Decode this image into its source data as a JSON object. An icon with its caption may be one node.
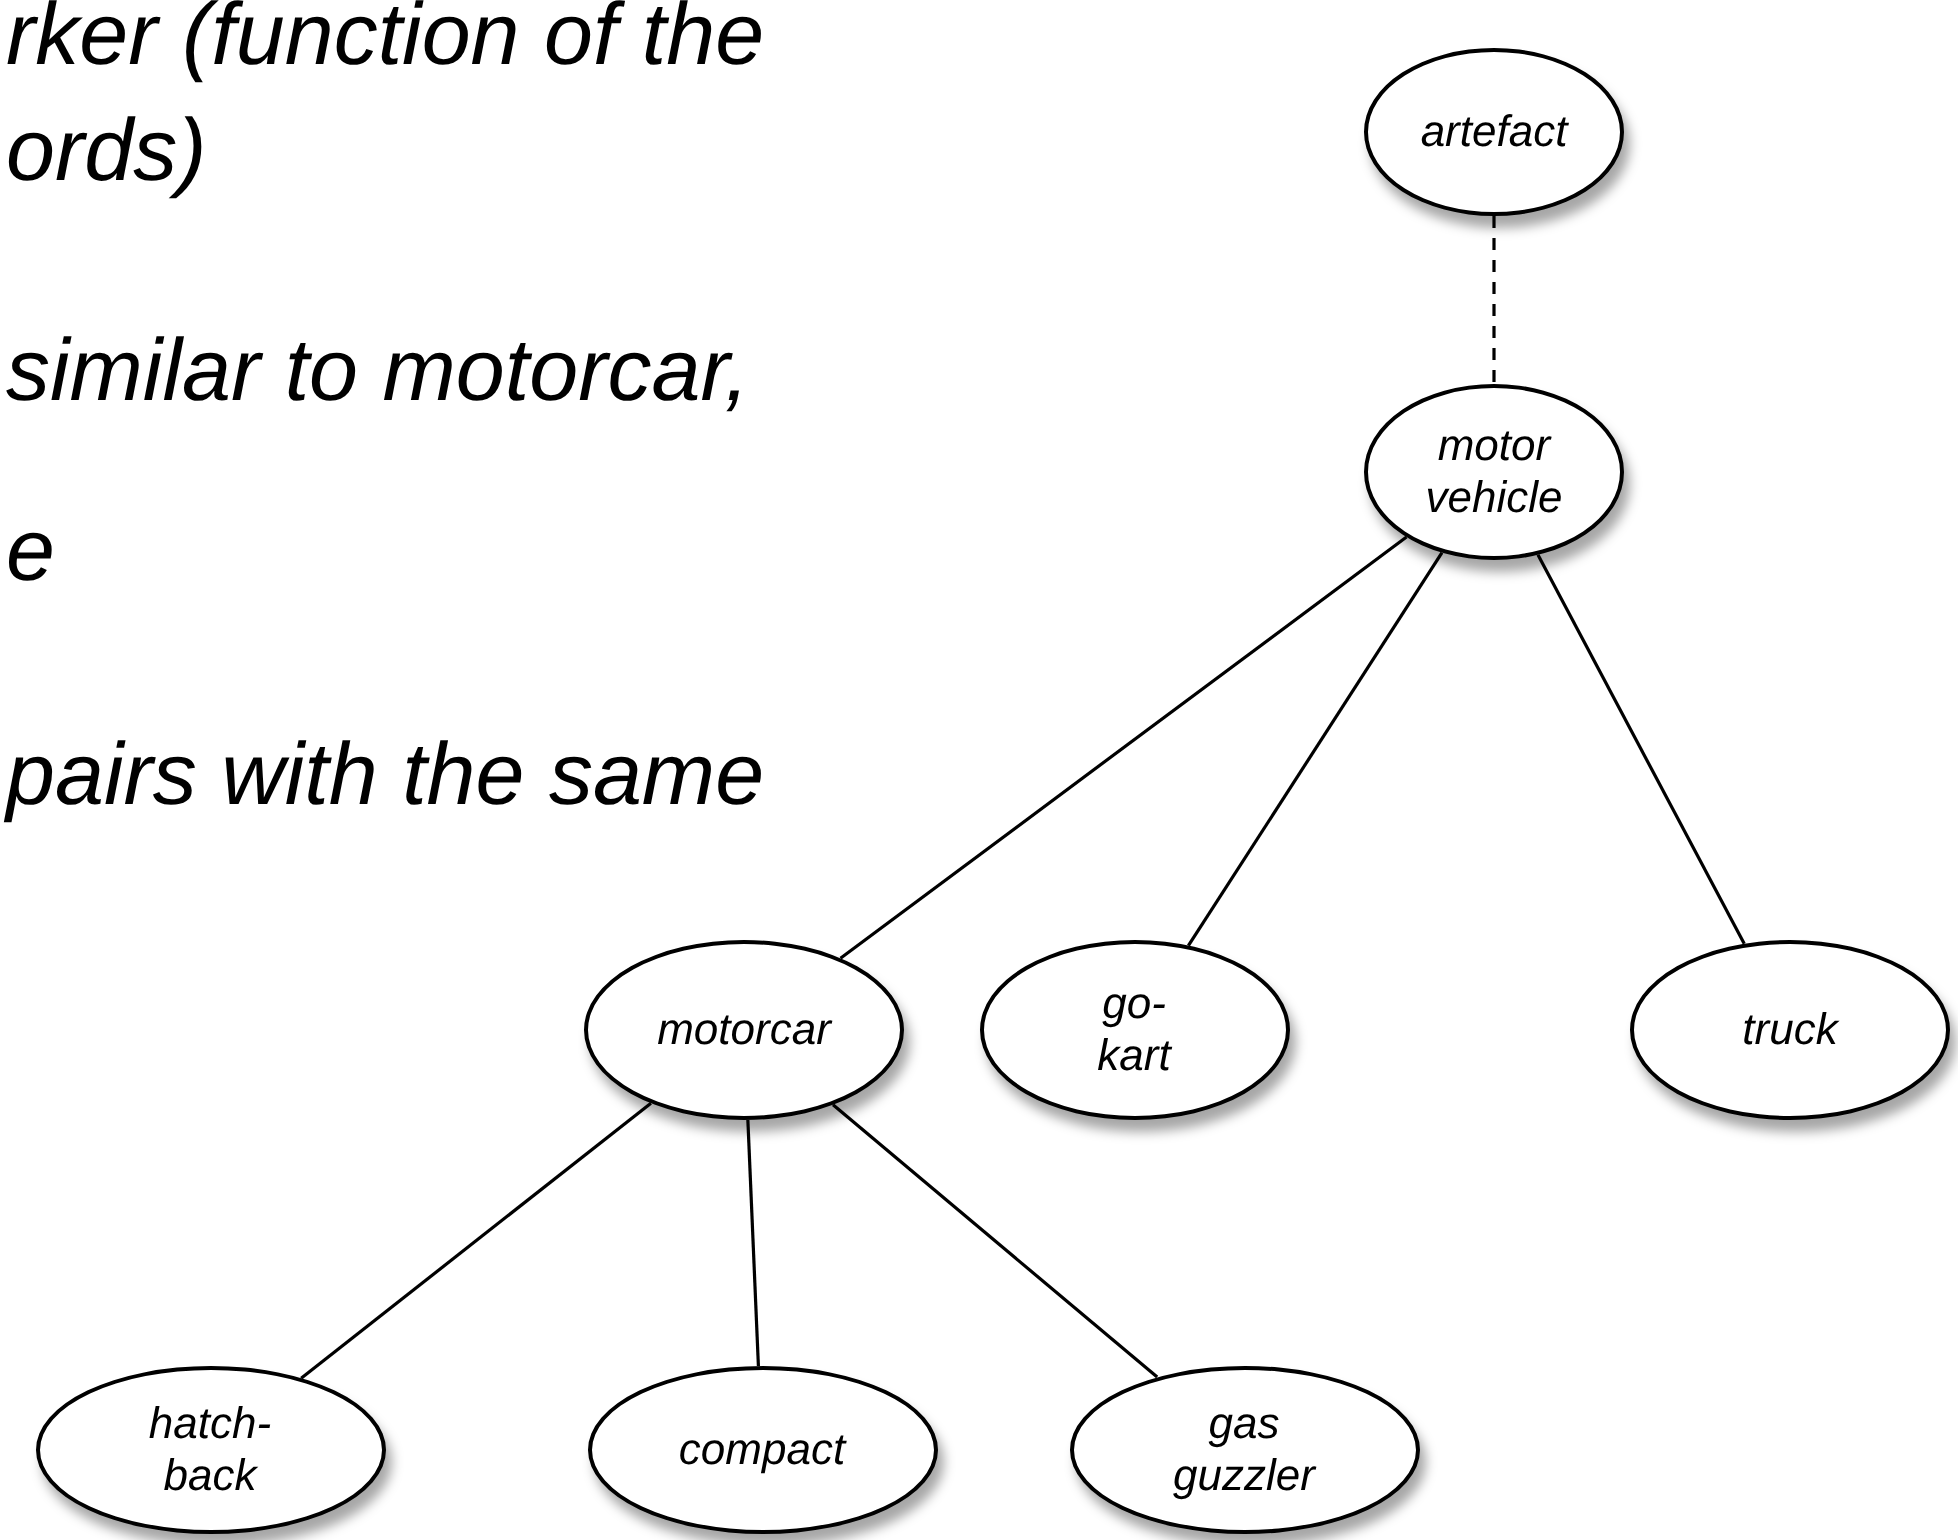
{
  "diagram": {
    "nodes": [
      {
        "text": [
          "artefact"
        ]
      },
      {
        "text": [
          "motor vehicle"
        ]
      },
      {
        "text": [
          "motorcar"
        ]
      },
      {
        "text": [
          "go-kart"
        ]
      },
      {
        "text": [
          "truck"
        ]
      },
      {
        "text": [
          "hatch- back"
        ]
      },
      {
        "text": [
          "compact"
        ]
      },
      {
        "text": [
          "gas guzzler"
        ]
      }
    ],
    "edges": [
      {
        "from": 0,
        "to": 1,
        "arrow": "none",
        "style": "dashed"
      },
      {
        "from": 1,
        "to": 2,
        "arrow": "none"
      },
      {
        "from": 1,
        "to": 3,
        "arrow": "none"
      },
      {
        "from": 1,
        "to": 4,
        "arrow": "none"
      },
      {
        "from": 2,
        "to": 5,
        "arrow": "none"
      },
      {
        "from": 2,
        "to": 6,
        "arrow": "none"
      },
      {
        "from": 2,
        "to": 7,
        "arrow": "none"
      }
    ],
    "labels": [
      "rker (function of the",
      "ords)",
      "similar to motorcar,",
      "e",
      "pairs with the same"
    ]
  }
}
